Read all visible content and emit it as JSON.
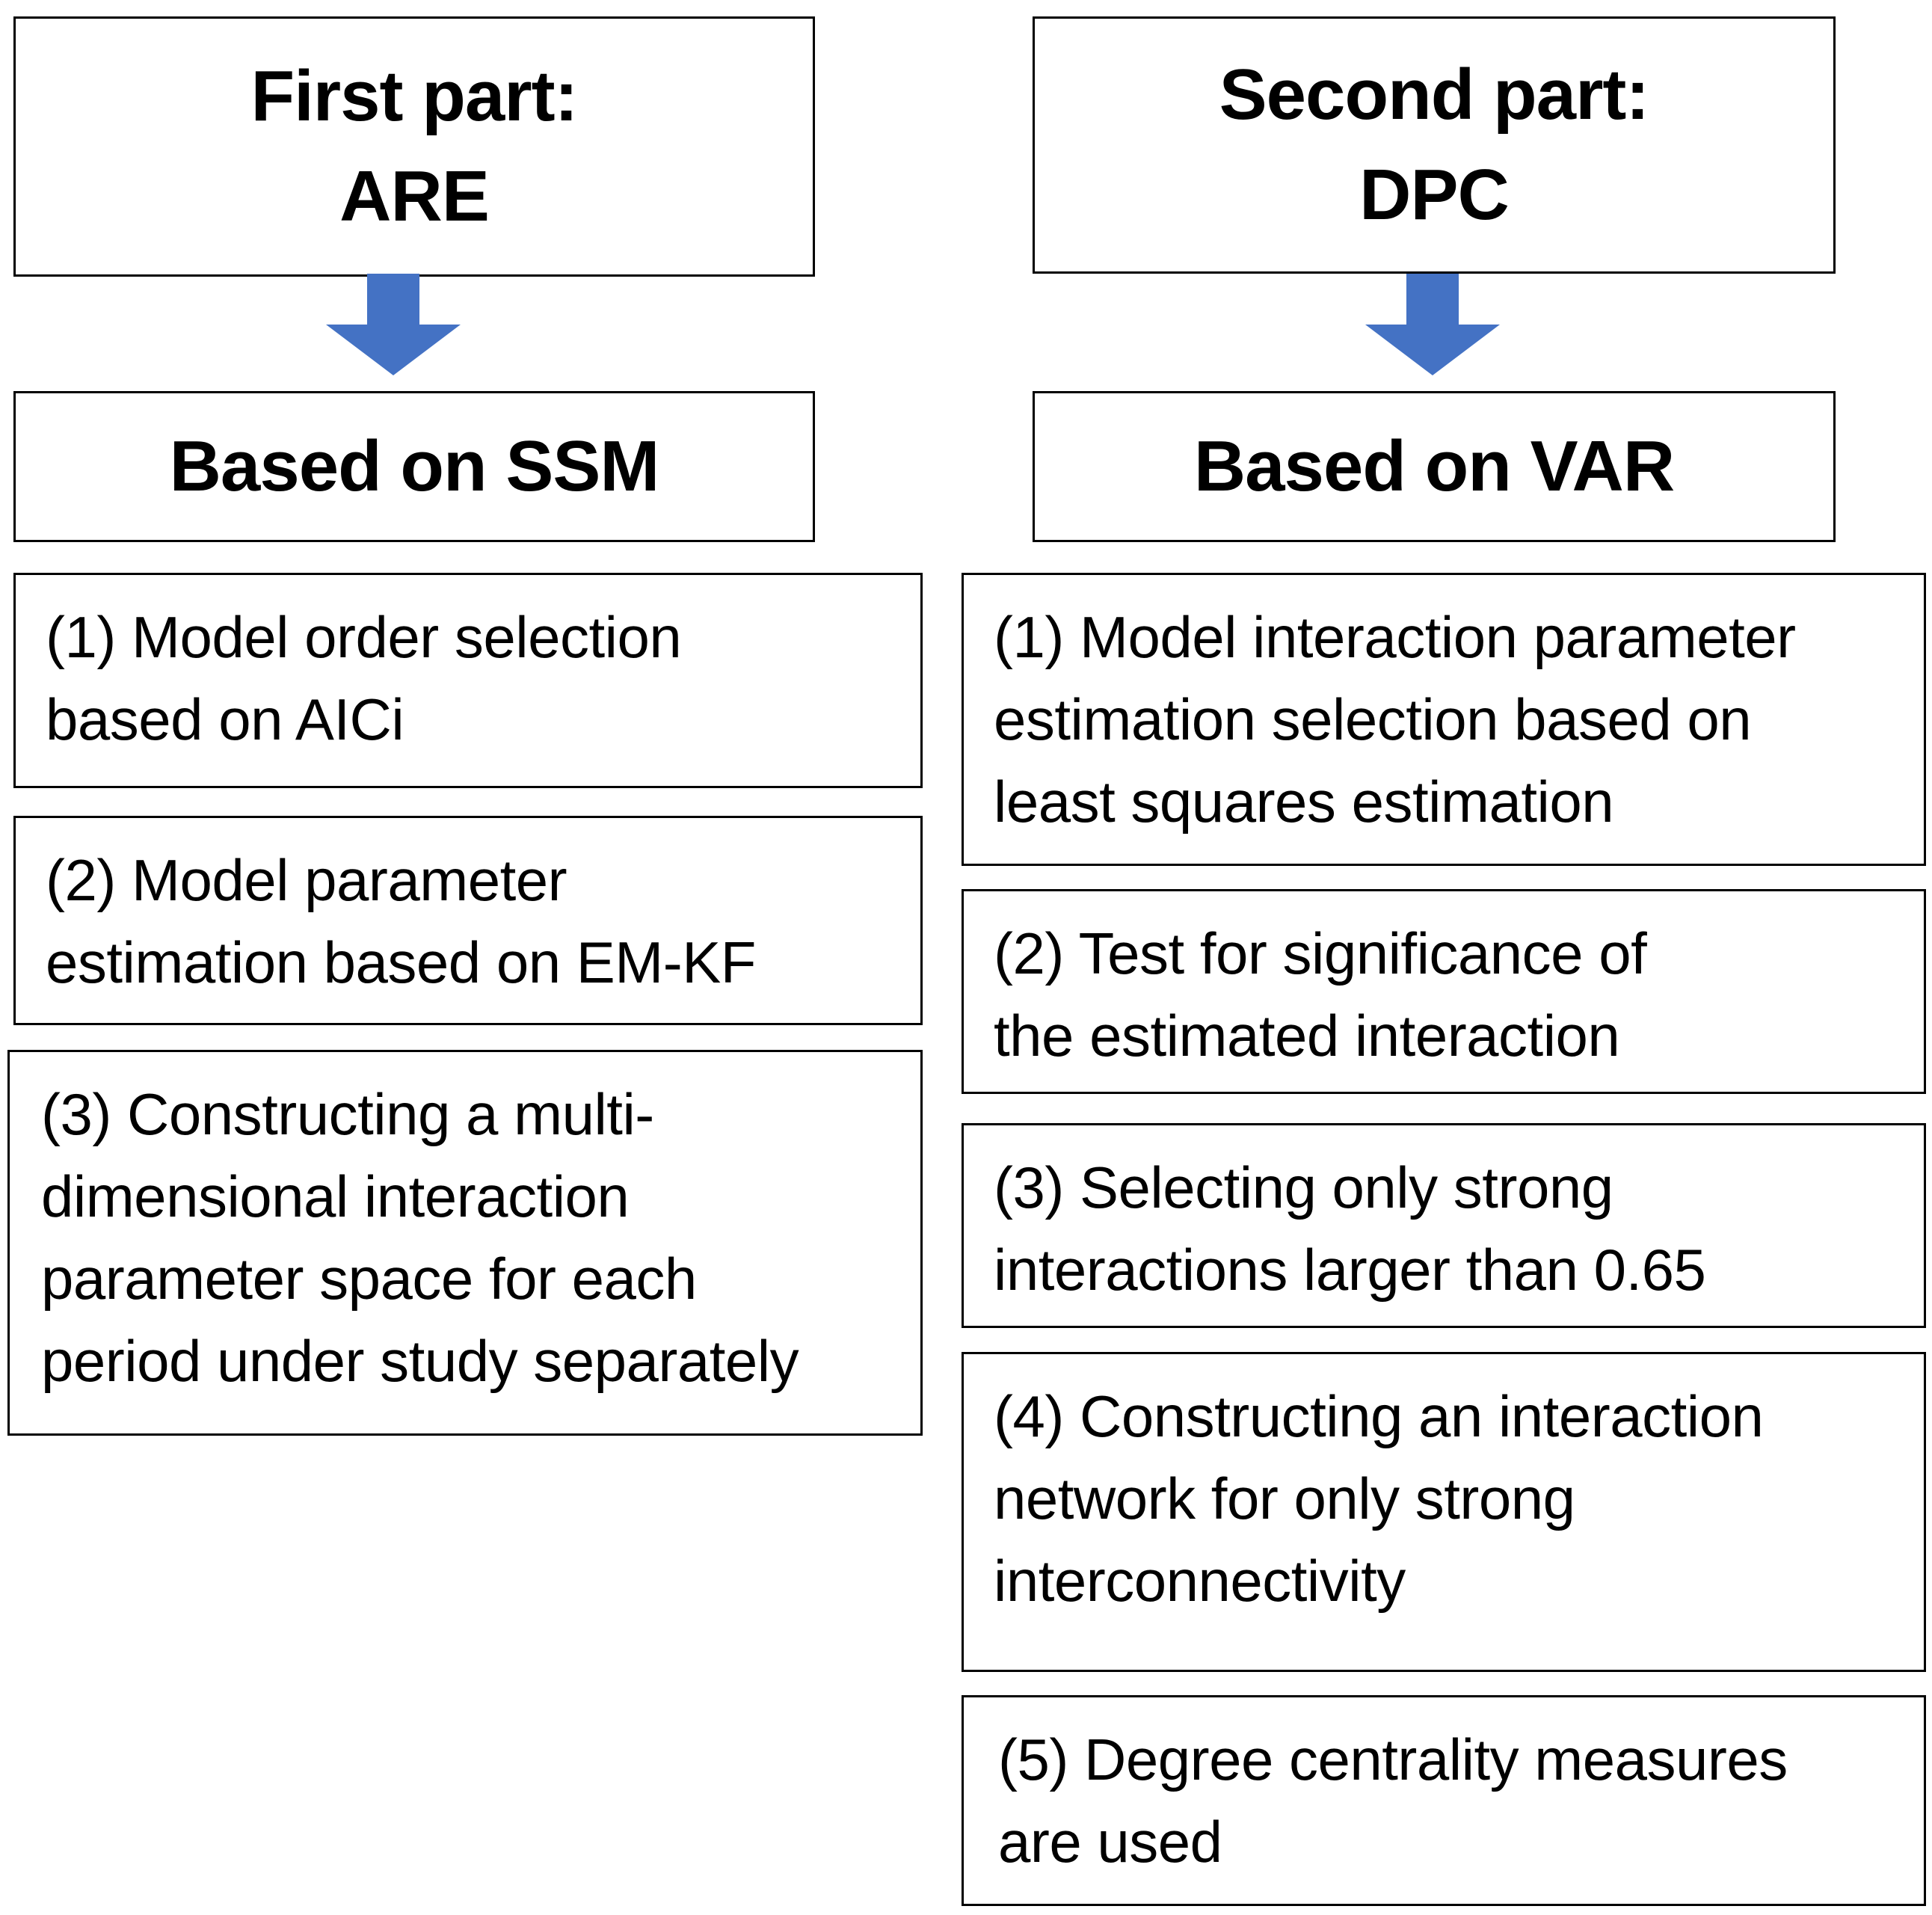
{
  "colors": {
    "arrow_fill": "#4472C4",
    "border": "#000000",
    "background": "#ffffff"
  },
  "left": {
    "title_line1": "First part:",
    "title_line2": "ARE",
    "basis": "Based on SSM",
    "steps": [
      "(1) Model order selection\nbased on AICi",
      "(2) Model parameter\nestimation based on EM-KF",
      "(3) Constructing a multi-\ndimensional interaction\nparameter space for each\nperiod under study separately"
    ]
  },
  "right": {
    "title_line1": "Second part:",
    "title_line2": "DPC",
    "basis": "Based on VAR",
    "steps": [
      "(1) Model interaction parameter\nestimation selection based on\nleast squares estimation",
      "(2) Test for significance of\nthe estimated interaction",
      "(3) Selecting only strong\ninteractions larger than 0.65",
      "(4) Constructing an interaction\nnetwork for only strong\ninterconnectivity",
      "(5) Degree centrality measures\nare used"
    ]
  }
}
